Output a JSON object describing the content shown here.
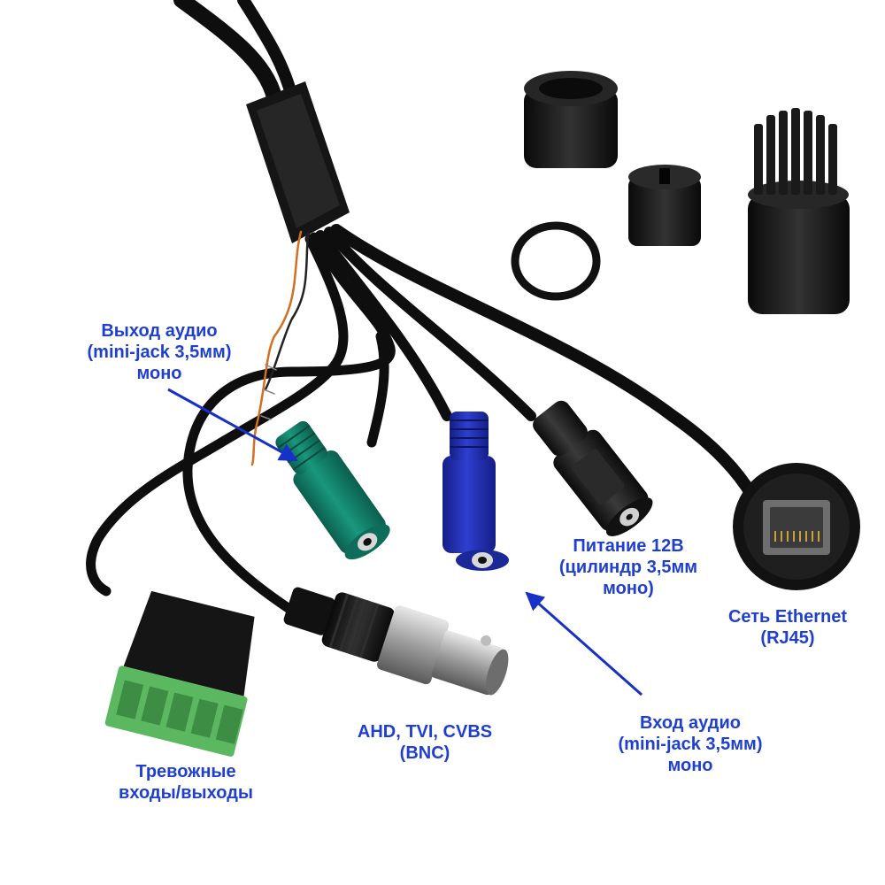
{
  "colors": {
    "label": "#1f3fcf",
    "arrow": "#1630c8",
    "cable": "#0e0e0e",
    "green_jack": "#12806a",
    "blue_jack": "#2330b8",
    "black_jack": "#1a1a1a",
    "terminal_green": "#5cb860"
  },
  "labels": {
    "audio_out": {
      "line1": "Выход аудио",
      "line2": "(mini-jack 3,5мм)",
      "line3": "моно"
    },
    "power": {
      "line1": "Питание 12В",
      "line2": "(цилиндр 3,5мм",
      "line3": "моно)"
    },
    "ethernet": {
      "line1": "Сеть Ethernet",
      "line2": "(RJ45)"
    },
    "audio_in": {
      "line1": "Вход аудио",
      "line2": "(mini-jack 3,5мм)",
      "line3": "моно"
    },
    "video": {
      "line1": "AHD, TVI, CVBS",
      "line2": "(BNC)"
    },
    "alarm": {
      "line1": "Тревожные",
      "line2": "входы/выходы"
    }
  }
}
